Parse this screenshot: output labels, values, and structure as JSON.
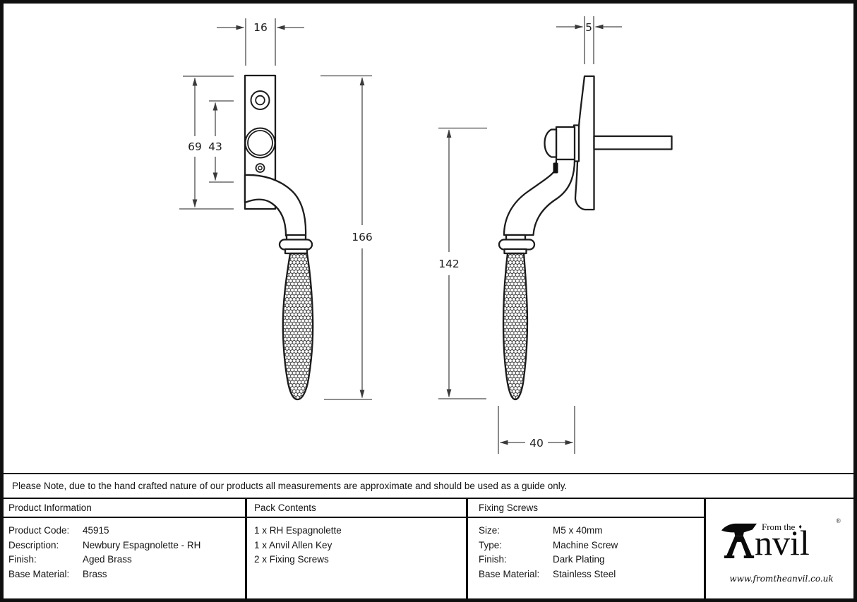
{
  "note": {
    "text": "Please Note, due to the hand crafted nature of our products all measurements are approximate and should be used as a guide only."
  },
  "drawing": {
    "front_view": {
      "plate_width_mm": "16",
      "plate_height_mm": "69",
      "fixing_centres_mm": "43",
      "overall_length_mm": "166"
    },
    "side_view": {
      "plate_thickness_mm": "5",
      "drop_mm": "142",
      "projection_mm": "40"
    }
  },
  "table": {
    "product_information": {
      "header": "Product Information",
      "rows": [
        {
          "label": "Product Code:",
          "value": "45915"
        },
        {
          "label": "Description:",
          "value": "Newbury Espagnolette - RH"
        },
        {
          "label": "Finish:",
          "value": "Aged Brass"
        },
        {
          "label": "Base Material:",
          "value": "Brass"
        }
      ]
    },
    "pack_contents": {
      "header": "Pack Contents",
      "items": [
        "1 x RH Espagnolette",
        "1 x Anvil Allen Key",
        "2 x Fixing Screws"
      ]
    },
    "fixing_screws": {
      "header": "Fixing Screws",
      "rows": [
        {
          "label": "Size:",
          "value": "M5 x 40mm"
        },
        {
          "label": "Type:",
          "value": "Machine Screw"
        },
        {
          "label": "Finish:",
          "value": "Dark Plating"
        },
        {
          "label": "Base Material:",
          "value": "Stainless Steel"
        }
      ]
    }
  },
  "logo": {
    "from_the": "From the",
    "diamond": "♦",
    "brand_rest": "nvil",
    "registered": "®",
    "url": "www.fromtheanvil.co.uk"
  }
}
